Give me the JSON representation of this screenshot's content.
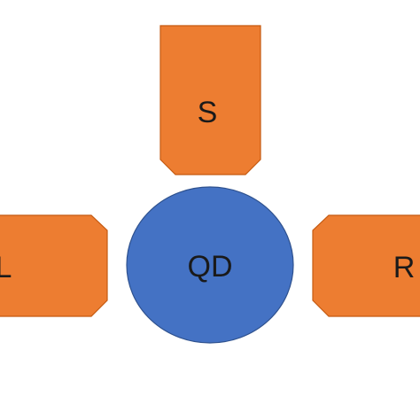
{
  "diagram": {
    "top_block": {
      "label": "S"
    },
    "left_block": {
      "label": "L"
    },
    "right_block": {
      "label": "R"
    },
    "center_dot": {
      "label": "QD"
    }
  },
  "colors": {
    "block_fill": "#ed7d31",
    "block_stroke": "#c55a11",
    "dot_fill": "#4472c4",
    "dot_stroke": "#2f528f",
    "label": "#1a1a1a"
  }
}
